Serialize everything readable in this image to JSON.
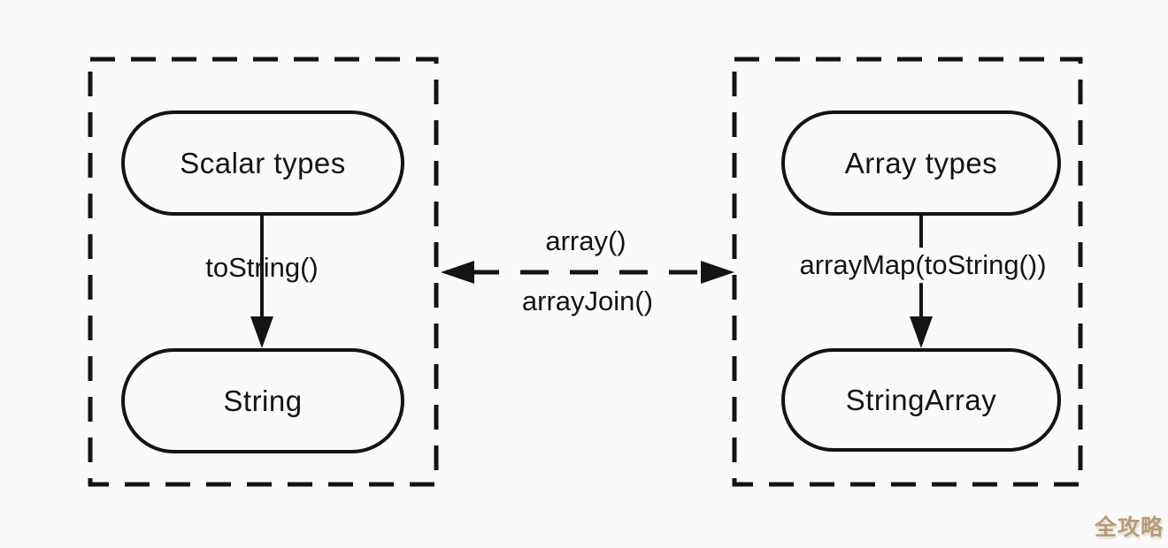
{
  "page": {
    "background_color": "#fafafa",
    "line_color": "#141414"
  },
  "diagram": {
    "left_group": {
      "top_node_label": "Scalar types",
      "edge_label": "toString()",
      "bottom_node_label": "String"
    },
    "right_group": {
      "top_node_label": "Array types",
      "edge_label": "arrayMap(toString())",
      "bottom_node_label": "StringArray"
    },
    "bidirectional_edge": {
      "top_label": "array()",
      "bottom_label": "arrayJoin()"
    }
  },
  "watermark": {
    "text": "全攻略",
    "color": "#b49c78"
  }
}
